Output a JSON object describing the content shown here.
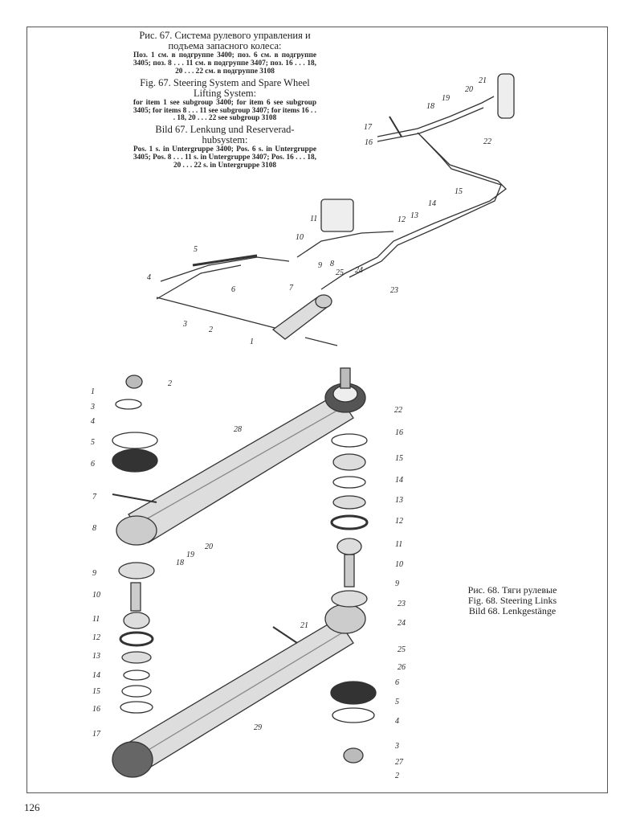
{
  "figure67": {
    "ru_title": "Рис. 67. Система рулевого управления и подъема запасного колеса:",
    "ru_body": "Поз. 1 см. в подгруппе 3400; поз. 6 см. в подгруппе 3405; поз. 8 . . . 11 см. в подгруппе 3407; поз. 16 . . . 18, 20 . . . 22 см. в подгруппе 3108",
    "en_title": "Fig. 67. Steering System and Spare Wheel Lifting System:",
    "en_body": "for item 1 see subgroup 3400; for item 6 see subgroup 3405; for items 8 . . . 11 see subgroup 3407; for items 16 . . . 18, 20 . . . 22 see subgroup 3108",
    "de_title": "Bild 67. Lenkung und Reserverad-hubsystem:",
    "de_body": "Pos. 1 s. in Untergruppe 3400; Pos. 6 s. in Untergruppe 3405; Pos. 8 . . . 11 s. in Untergruppe 3407; Pos. 16 . . . 18, 20 . . . 22 s. in Untergruppe 3108",
    "callouts": [
      "1",
      "2",
      "3",
      "4",
      "5",
      "6",
      "7",
      "8",
      "9",
      "10",
      "11",
      "12",
      "13",
      "14",
      "15",
      "16",
      "17",
      "18",
      "19",
      "20",
      "21",
      "22",
      "23",
      "24",
      "25"
    ]
  },
  "figure68": {
    "ru_title": "Рис. 68. Тяги рулевые",
    "en_title": "Fig. 68. Steering Links",
    "de_title": "Bild 68. Lenkgestänge",
    "callouts_left": [
      "1",
      "3",
      "2",
      "4",
      "5",
      "6",
      "7",
      "8",
      "9",
      "10",
      "11",
      "12",
      "13",
      "14",
      "15",
      "16",
      "17",
      "18",
      "19",
      "20",
      "28",
      "29",
      "21",
      "22"
    ],
    "callouts_right": [
      "16",
      "15",
      "14",
      "13",
      "12",
      "11",
      "10",
      "9",
      "23",
      "24",
      "25",
      "26",
      "6",
      "5",
      "4",
      "3",
      "27",
      "2"
    ]
  },
  "page_number": "126"
}
